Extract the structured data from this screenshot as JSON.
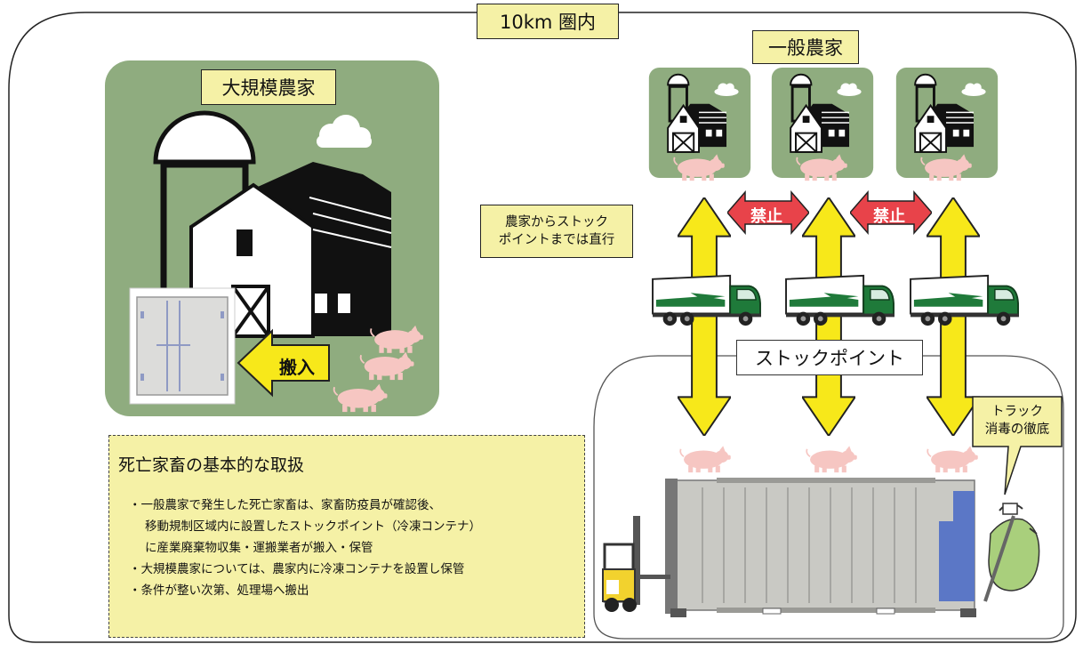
{
  "zone_label": "10km 圏内",
  "general_farms_label": "一般農家",
  "large_farm_label": "大規模農家",
  "carry_in_label": "搬入",
  "direct_route_note": [
    "農家からストック",
    "ポイントまでは直行"
  ],
  "prohibited_labels": [
    "禁止",
    "禁止"
  ],
  "stock_point_label": "ストックポイント",
  "truck_disinfection_note": [
    "トラック",
    "消毒の徹底"
  ],
  "info": {
    "title": "死亡家畜の基本的な取扱",
    "lines": [
      "・一般農家で発生した死亡家畜は、家畜防疫員が確認後、",
      "移動規制区域内に設置したストックポイント（冷凍コンテナ）",
      "に産業廃棄物収集・運搬業者が搬入・保管",
      "・大規模農家については、農家内に冷凍コンテナを設置し保管",
      "・条件が整い次第、処理場へ搬出"
    ]
  },
  "colors": {
    "farm_green": "#8fac7f",
    "label_yellow": "#f5f1a6",
    "arrow_yellow": "#f7e81a",
    "prohibit_red": "#e8434a",
    "pig_pink": "#f6c6c2",
    "truck_green": "#1f7a3a",
    "container_gray": "#c9c9c4",
    "container_blue": "#5b77c6",
    "forklift_yellow": "#f2d22e",
    "sprayer_green": "#a9cf7c"
  },
  "icons": [
    "farm-barn-icon",
    "silo-icon",
    "cloud-icon",
    "pig-icon",
    "truck-icon",
    "freezer-container-icon",
    "forklift-icon",
    "sprayer-icon"
  ]
}
